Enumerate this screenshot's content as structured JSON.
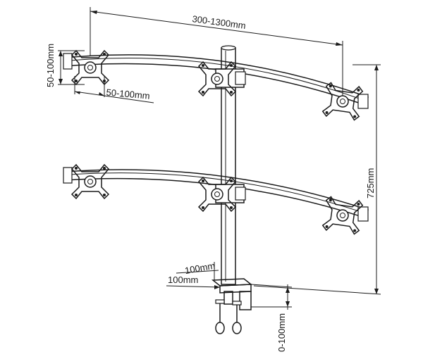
{
  "dimensions": {
    "overall_width": "300-1300mm",
    "vesa_vertical": "50-100mm",
    "vesa_horizontal": "50-100mm",
    "height": "725mm",
    "clamp_depth_top": "100mm",
    "clamp_depth_side": "100mm",
    "desk_thickness": "0-100mm"
  },
  "colors": {
    "ink": "#1a1a1a",
    "background": "#ffffff"
  }
}
